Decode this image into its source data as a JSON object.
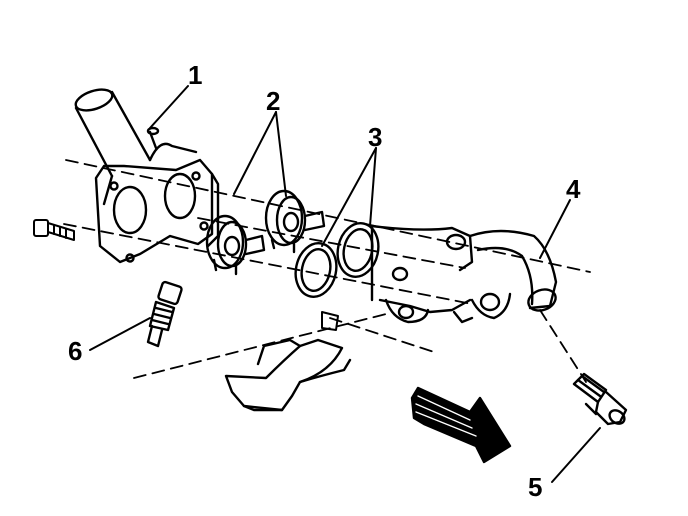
{
  "callouts": {
    "c1": "1",
    "c2": "2",
    "c3": "3",
    "c4": "4",
    "c5": "5",
    "c6": "6"
  },
  "colors": {
    "ink": "#000000",
    "paper": "#ffffff"
  },
  "icons": [
    "direction-arrow-icon"
  ]
}
